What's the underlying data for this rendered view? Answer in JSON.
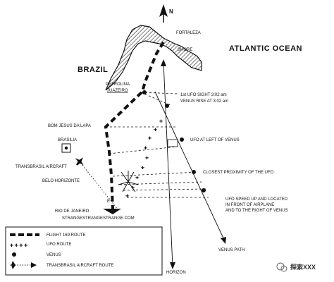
{
  "map": {
    "north": "N",
    "regions": {
      "ocean": "ATLANTIC OCEAN",
      "country": "BRAZIL",
      "shore": "SHORE"
    },
    "places": {
      "fortaleza": "FORTALEZA",
      "petrolina": "PETROLINA",
      "juazeiro": "JUAZEIRO",
      "bom_jesus": "BOM JESUS DA LAPA",
      "brasilia": "BRASILIA",
      "belo_horizonte": "BELO HORIZONTE",
      "rio": "RIO DE JANEIRO",
      "e_mark": "E"
    },
    "annotations": {
      "ufo_sight": "1st UFO SIGHT 3:02 am",
      "venus_rise": "VENUS RISE AT 3:02 am",
      "ufo_left": "UFO AT LEFT OF VENUS",
      "closest": "CLOSEST PROXIMITY OF THE UFO",
      "speed_1": "UFO SPEED UP AND LOCATED",
      "speed_2": "IN FRONT OF AIRPLANE",
      "speed_3": "AND TO THE RIGHT OF VENUS",
      "transbrasil": "TRANSBRASIL AIRCRAFT",
      "venus_path": "VENUS PATH",
      "horizon": "HORIZON"
    },
    "website": "STRANGESTRANGESTRANGE.COM"
  },
  "legend": {
    "items": [
      {
        "label": "FLIGHT 169 ROUTE",
        "icon": "thick-dashed-line"
      },
      {
        "label": "UFO ROUTE",
        "icon": "cross-dotted-line"
      },
      {
        "label": "VENUS",
        "icon": "black-dot"
      },
      {
        "label": "TRANSBRASIL AIRCRAFT ROUTE",
        "icon": "airplane-arrow"
      }
    ]
  },
  "watermark": "探索XXX",
  "colors": {
    "ink": "#111111",
    "background": "#ffffff"
  }
}
